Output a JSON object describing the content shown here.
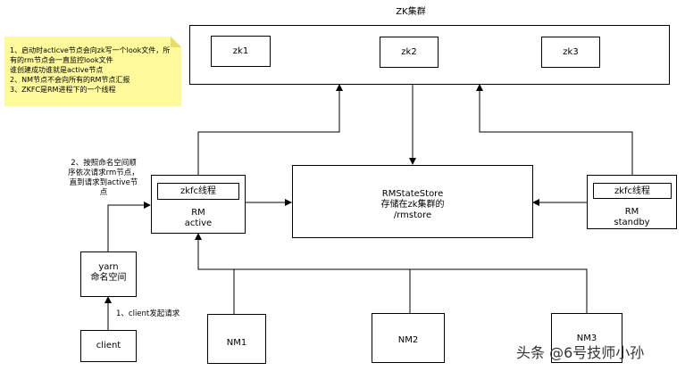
{
  "title": "ZK集群",
  "zk_nodes": [
    "zk1",
    "zk2",
    "zk3"
  ],
  "note_lines": [
    "1、启动时acticve节点会向zk写一个look文件，所有的rm节点会一直监控look文件",
    "谁创建成功谁就是active节点",
    "2、NM节点不会向所有的RM节点汇报",
    "3、ZKFC是RM进程下的一个线程"
  ],
  "rm_active": {
    "thread": "zkfc线程",
    "name": "RM",
    "state": "active"
  },
  "rm_standby": {
    "thread": "zkfc线程",
    "name": "RM",
    "state": "standby"
  },
  "store": {
    "line1": "RMStateStore",
    "line2": "存储在zk集群的",
    "line3": "/rmstore"
  },
  "yarn": {
    "line1": "yarn",
    "line2": "命名空间"
  },
  "client": "client",
  "step1": "1、client发起请求",
  "step2_lines": [
    "2、按照命名空间顺",
    "序依次请求rm节点，",
    "直到请求到active节",
    "点"
  ],
  "nm_nodes": [
    "NM1",
    "NM2",
    "NM3"
  ],
  "watermark": "头条 @6号技师小孙",
  "colors": {
    "note_bg": "#fffa9c",
    "line": "#000000"
  }
}
